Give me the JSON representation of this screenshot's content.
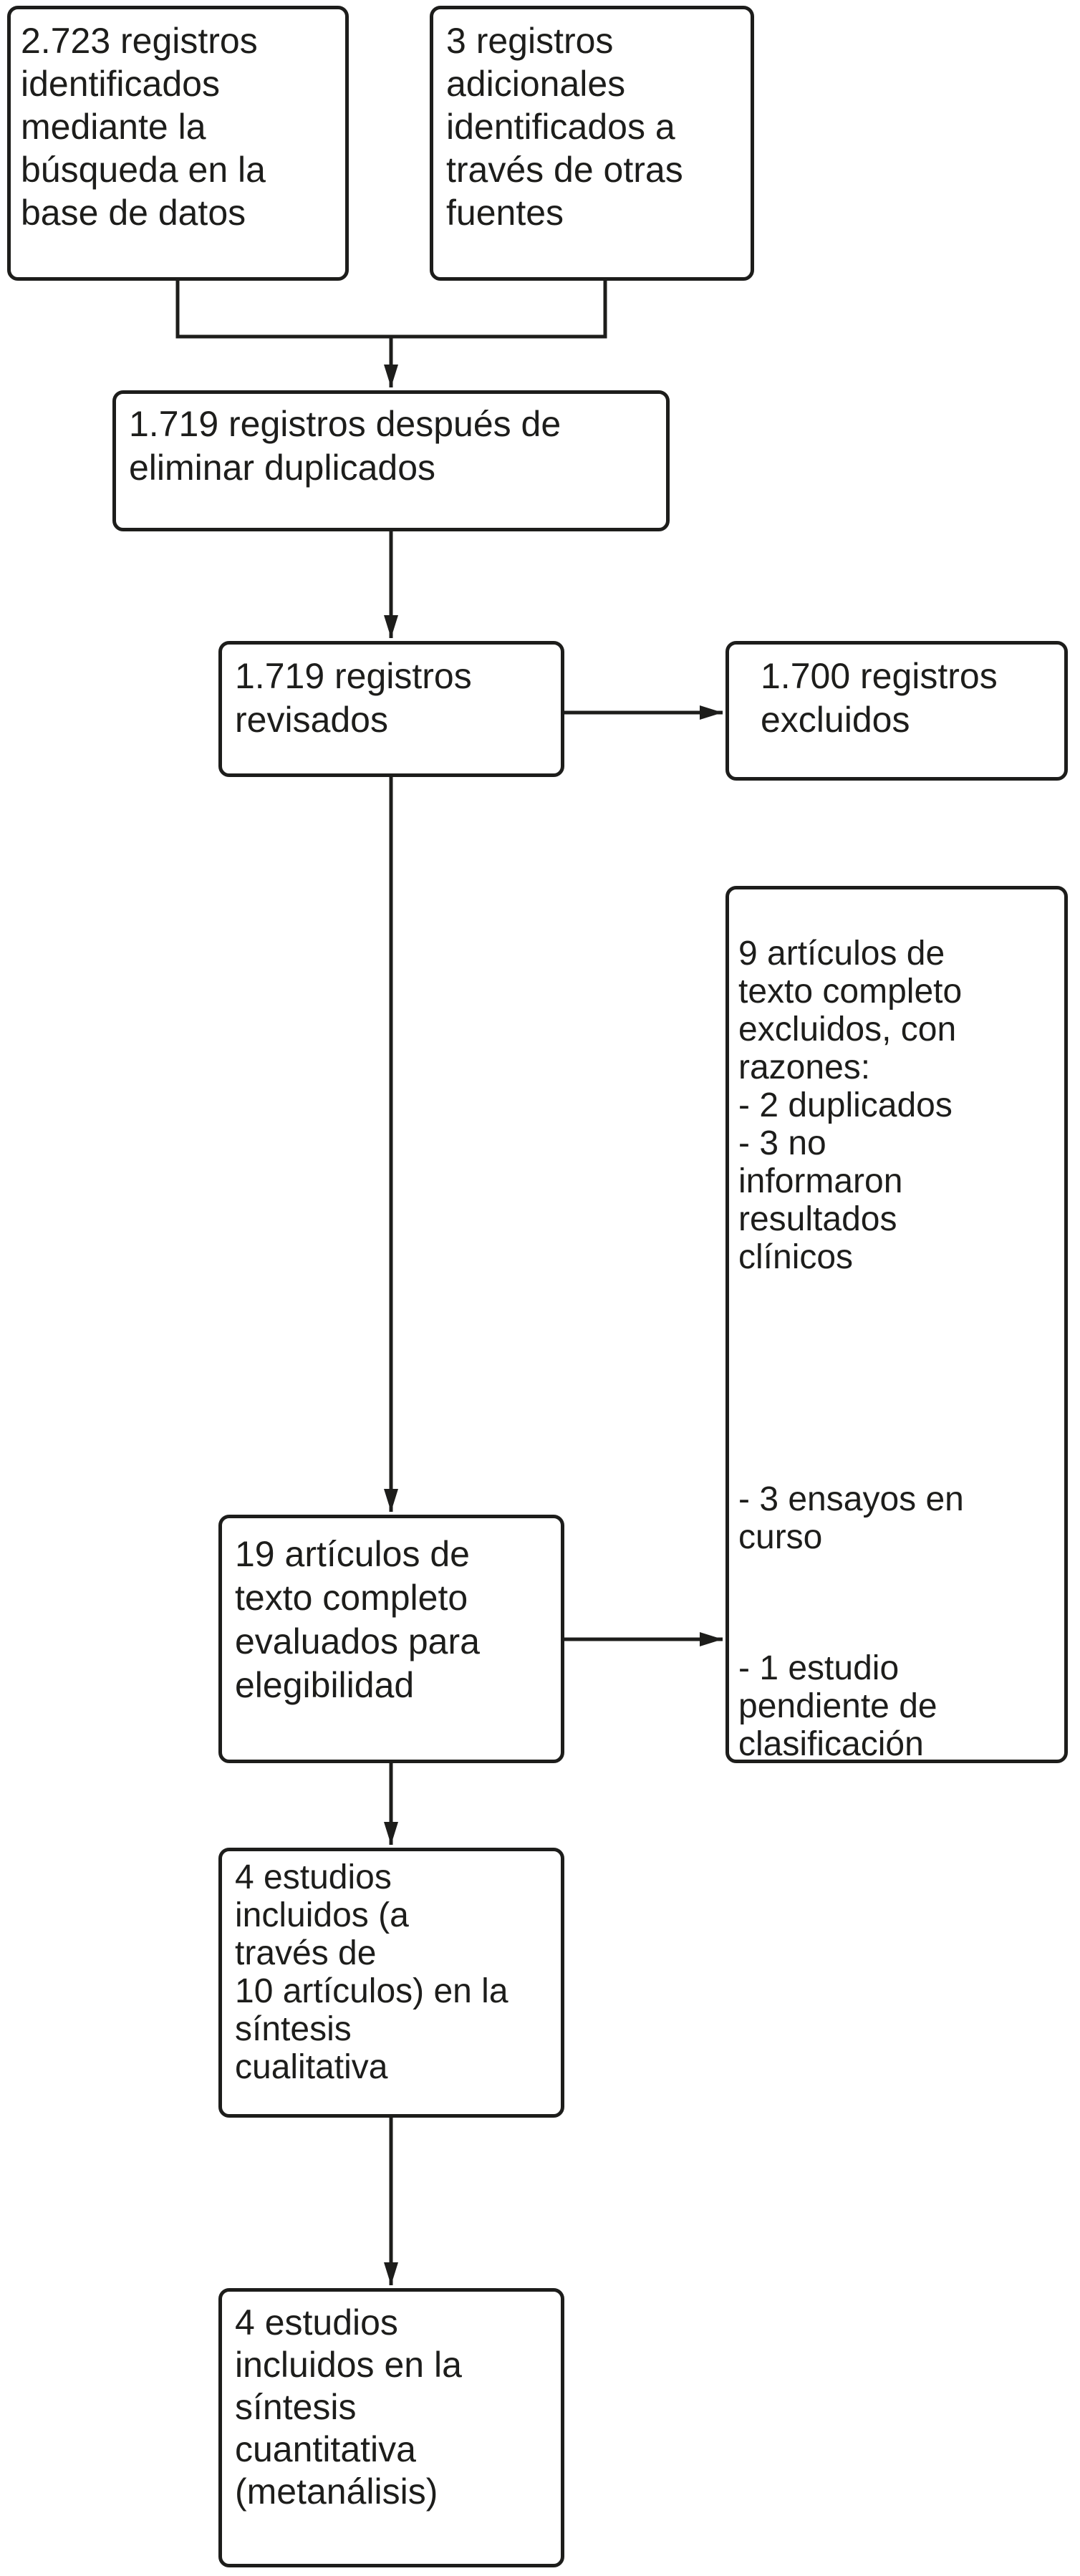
{
  "flowchart": {
    "boxes": {
      "records_identified_database": "2.723 registros\nidentificados\nmediante la\nbúsqueda en la\nbase de datos",
      "records_identified_other_sources": "3 registros\nadicionales\nidentificados a\ntravés de otras\nfuentes",
      "records_after_duplicates_removed": "1.719 registros después de\neliminar duplicados",
      "records_screened": "1.719 registros\nrevisados",
      "records_excluded": "1.700 registros\nexcluidos",
      "fulltext_assessed": "19 artículos de\ntexto completo\nevaluados para\nelegibilidad",
      "fulltext_excluded_reasons": {
        "intro": "9 artículos de\ntexto completo\nexcluidos, con\nrazones:\n- 2 duplicados\n- 3 no\ninformaron\nresultados\nclínicos",
        "ongoing_trials": "- 3 ensayos en\ncurso",
        "pending_classification": "- 1 estudio\npendiente de\nclasificación"
      },
      "included_qualitative": "4 estudios\nincluidos (a\ntravés de\n10 artículos) en la\nsíntesis\ncualitativa",
      "included_quantitative": "4 estudios\nincluidos en la\nsíntesis\ncuantitativa\n(metanálisis)"
    },
    "colors": {
      "line": "#1d1d1b",
      "text": "#1d1d1b",
      "background": "#ffffff"
    }
  }
}
